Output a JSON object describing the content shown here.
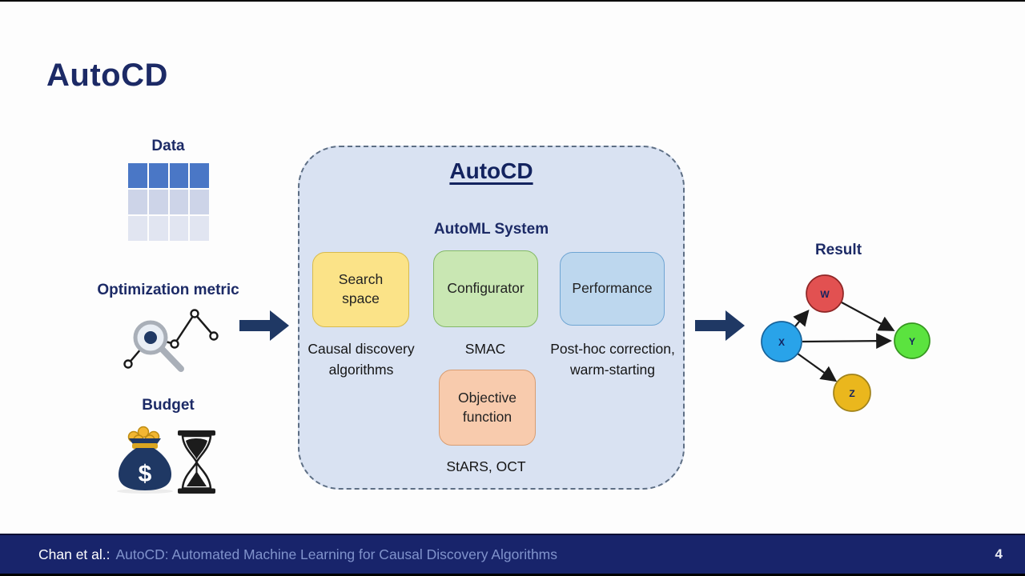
{
  "slide": {
    "title": "AutoCD",
    "page_number": "4"
  },
  "inputs": {
    "data": {
      "label": "Data",
      "icon": "table-icon"
    },
    "metric": {
      "label": "Optimization metric",
      "icon": "magnifier-chart-icon"
    },
    "budget": {
      "label": "Budget",
      "icons": [
        "money-bag-icon",
        "hourglass-icon"
      ],
      "money_symbol": "$"
    }
  },
  "system": {
    "title": "AutoCD",
    "subtitle": "AutoML System",
    "components": [
      {
        "label": "Search space",
        "caption": "Causal discovery algorithms",
        "fill": "#fbe388",
        "border": "#d8bb4d"
      },
      {
        "label": "Configurator",
        "caption": "SMAC",
        "fill": "#c9e7b3",
        "border": "#85b967"
      },
      {
        "label": "Performance",
        "caption": "Post-hoc correction, warm-starting",
        "fill": "#bdd7ee",
        "border": "#6fa5d3"
      },
      {
        "label": "Objective function",
        "caption": "StARS, OCT",
        "fill": "#f8cbad",
        "border": "#d89d72"
      }
    ]
  },
  "result": {
    "title": "Result",
    "nodes": [
      {
        "label": "W",
        "color": "#e25151"
      },
      {
        "label": "X",
        "color": "#29a3e9"
      },
      {
        "label": "Y",
        "color": "#5be33f"
      },
      {
        "label": "Z",
        "color": "#eab71d"
      }
    ],
    "edges": [
      {
        "from": "X",
        "to": "W"
      },
      {
        "from": "W",
        "to": "Y"
      },
      {
        "from": "X",
        "to": "Y"
      },
      {
        "from": "X",
        "to": "Z"
      }
    ]
  },
  "footer": {
    "authors": "Chan et al.:",
    "title": "AutoCD: Automated Machine Learning for Causal Discovery Algorithms"
  },
  "colors": {
    "navy_text": "#1c2a66",
    "flow_arrow": "#1f3864",
    "system_fill": "#d9e2f2",
    "table_header": "#4a77c6",
    "footer_bg": "#18246b",
    "footer_title_text": "#8093cc"
  }
}
